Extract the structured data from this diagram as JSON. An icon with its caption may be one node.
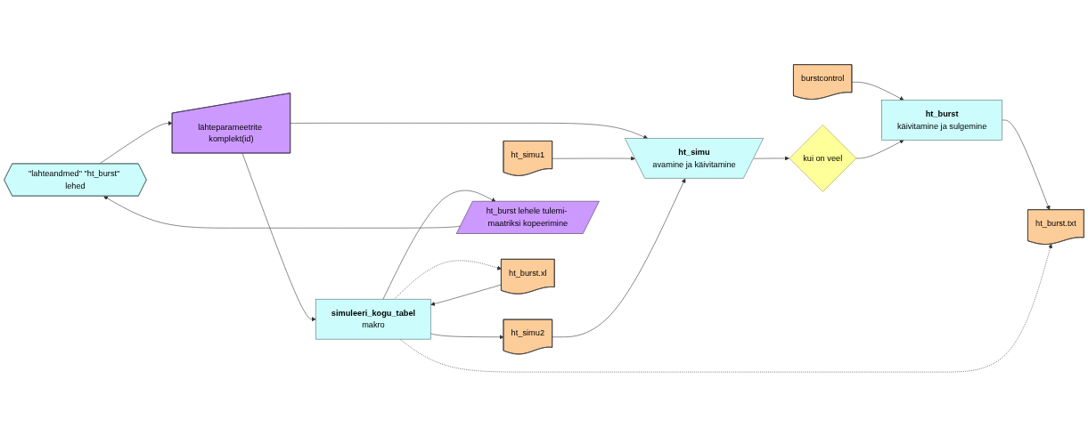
{
  "diagram": {
    "nodes": [
      {
        "text": [
          "\"lahteandmed\" \"ht_burst\" lehed"
        ]
      },
      {
        "text": [
          "lähteparameetrite komplekt(id)"
        ]
      },
      {
        "text": [
          "simuleeri_kogu_tabel",
          "makro"
        ]
      },
      {
        "text": [
          "ht_simu1"
        ]
      },
      {
        "text": [
          "ht_simu2"
        ]
      },
      {
        "text": [
          "burstcontrol"
        ]
      },
      {
        "text": [
          "ht_burst lehele tulemi- maatriksi kopeerimine"
        ]
      },
      {
        "text": [
          "ht_simu",
          "avamine ja käivitamine"
        ]
      },
      {
        "text": [
          "kui on veel"
        ]
      },
      {
        "text": [
          "ht_burst",
          "käivitamine ja sulgemine"
        ]
      },
      {
        "text": [
          "ht_burst.txt"
        ]
      },
      {
        "text": [
          "ht_burst.xl"
        ]
      }
    ],
    "edges": [
      {
        "from": 0,
        "to": 1,
        "arrow": "to"
      },
      {
        "from": 1,
        "to": 2,
        "arrow": "to"
      },
      {
        "from": 2,
        "to": 4,
        "arrow": "to"
      },
      {
        "from": 6,
        "to": 0,
        "arrow": "to"
      },
      {
        "from": 2,
        "to": 6,
        "arrow": "to"
      },
      {
        "from": 1,
        "to": 7,
        "arrow": "to"
      },
      {
        "from": 3,
        "to": 7,
        "arrow": "to"
      },
      {
        "from": 4,
        "to": 7,
        "arrow": "to"
      },
      {
        "from": 5,
        "to": 9,
        "arrow": "to"
      },
      {
        "from": 7,
        "to": 8,
        "arrow": "to"
      },
      {
        "from": 8,
        "to": 9,
        "arrow": "to"
      },
      {
        "from": 9,
        "to": 10,
        "arrow": "to"
      },
      {
        "from": 11,
        "to": 2,
        "arrow": "to"
      },
      {
        "from": 2,
        "to": 10,
        "arrow": "to",
        "style": "dashed"
      },
      {
        "from": 2,
        "to": 11,
        "arrow": "to",
        "style": "dashed"
      }
    ]
  }
}
